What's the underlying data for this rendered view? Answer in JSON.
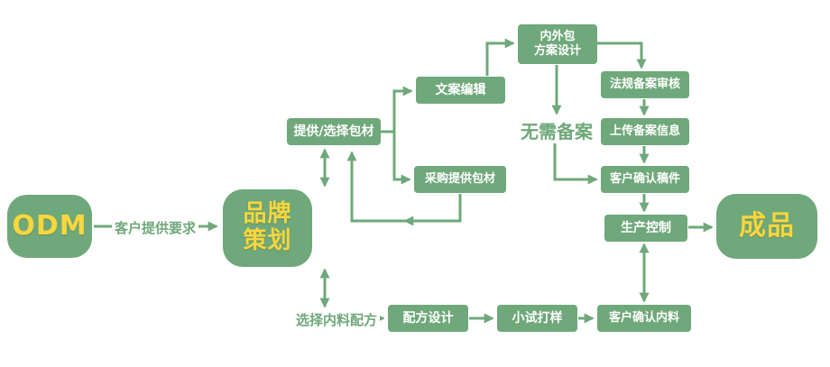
{
  "colors": {
    "green": "#6fa87a",
    "gold": "#f8d73e",
    "box_text": "#ffffff",
    "background": "#ffffff"
  },
  "diagram_type": "flowchart",
  "nodes": {
    "odm": {
      "label": "ODM"
    },
    "customer_requirements": {
      "label": "客户提供要求"
    },
    "brand_planning": {
      "line1": "品牌",
      "line2": "策划"
    },
    "packaging_select": {
      "label": "提供/选择包材"
    },
    "copywriting": {
      "label": "文案编辑"
    },
    "packaging_design": {
      "line1": "内外包",
      "line2": "方案设计"
    },
    "regulatory_review": {
      "label": "法规备案审核"
    },
    "no_filing": {
      "label": "无需备案"
    },
    "upload_filing": {
      "label": "上传备案信息"
    },
    "confirm_draft": {
      "label": "客户确认稿件"
    },
    "production_control": {
      "label": "生产控制"
    },
    "finished_product": {
      "label": "成品"
    },
    "procure_packaging": {
      "label": "采购提供包材"
    },
    "select_formula": {
      "label": "选择内料配方"
    },
    "formula_design": {
      "label": "配方设计"
    },
    "trial_sample": {
      "label": "小试打样"
    },
    "confirm_material": {
      "label": "客户确认内料"
    }
  },
  "edges": [
    "ODM -> 客户提供要求 -> 品牌策划",
    "品牌策划 <-> 提供/选择包材",
    "提供/选择包材 -> 文案编辑",
    "提供/选择包材 -> 采购提供包材",
    "采购提供包材 -> 提供/选择包材 (回路)",
    "文案编辑 -> 内外包方案设计",
    "内外包方案设计 -> 法规备案审核",
    "内外包方案设计 -> 无需备案",
    "法规备案审核 -> 上传备案信息",
    "上传备案信息 -> 客户确认稿件",
    "无需备案 -> 客户确认稿件",
    "客户确认稿件 -> 生产控制",
    "品牌策划 <-> 选择内料配方",
    "选择内料配方 -> 配方设计",
    "配方设计 -> 小试打样",
    "小试打样 -> 客户确认内料",
    "客户确认内料 <-> 生产控制",
    "生产控制 -> 成品"
  ]
}
